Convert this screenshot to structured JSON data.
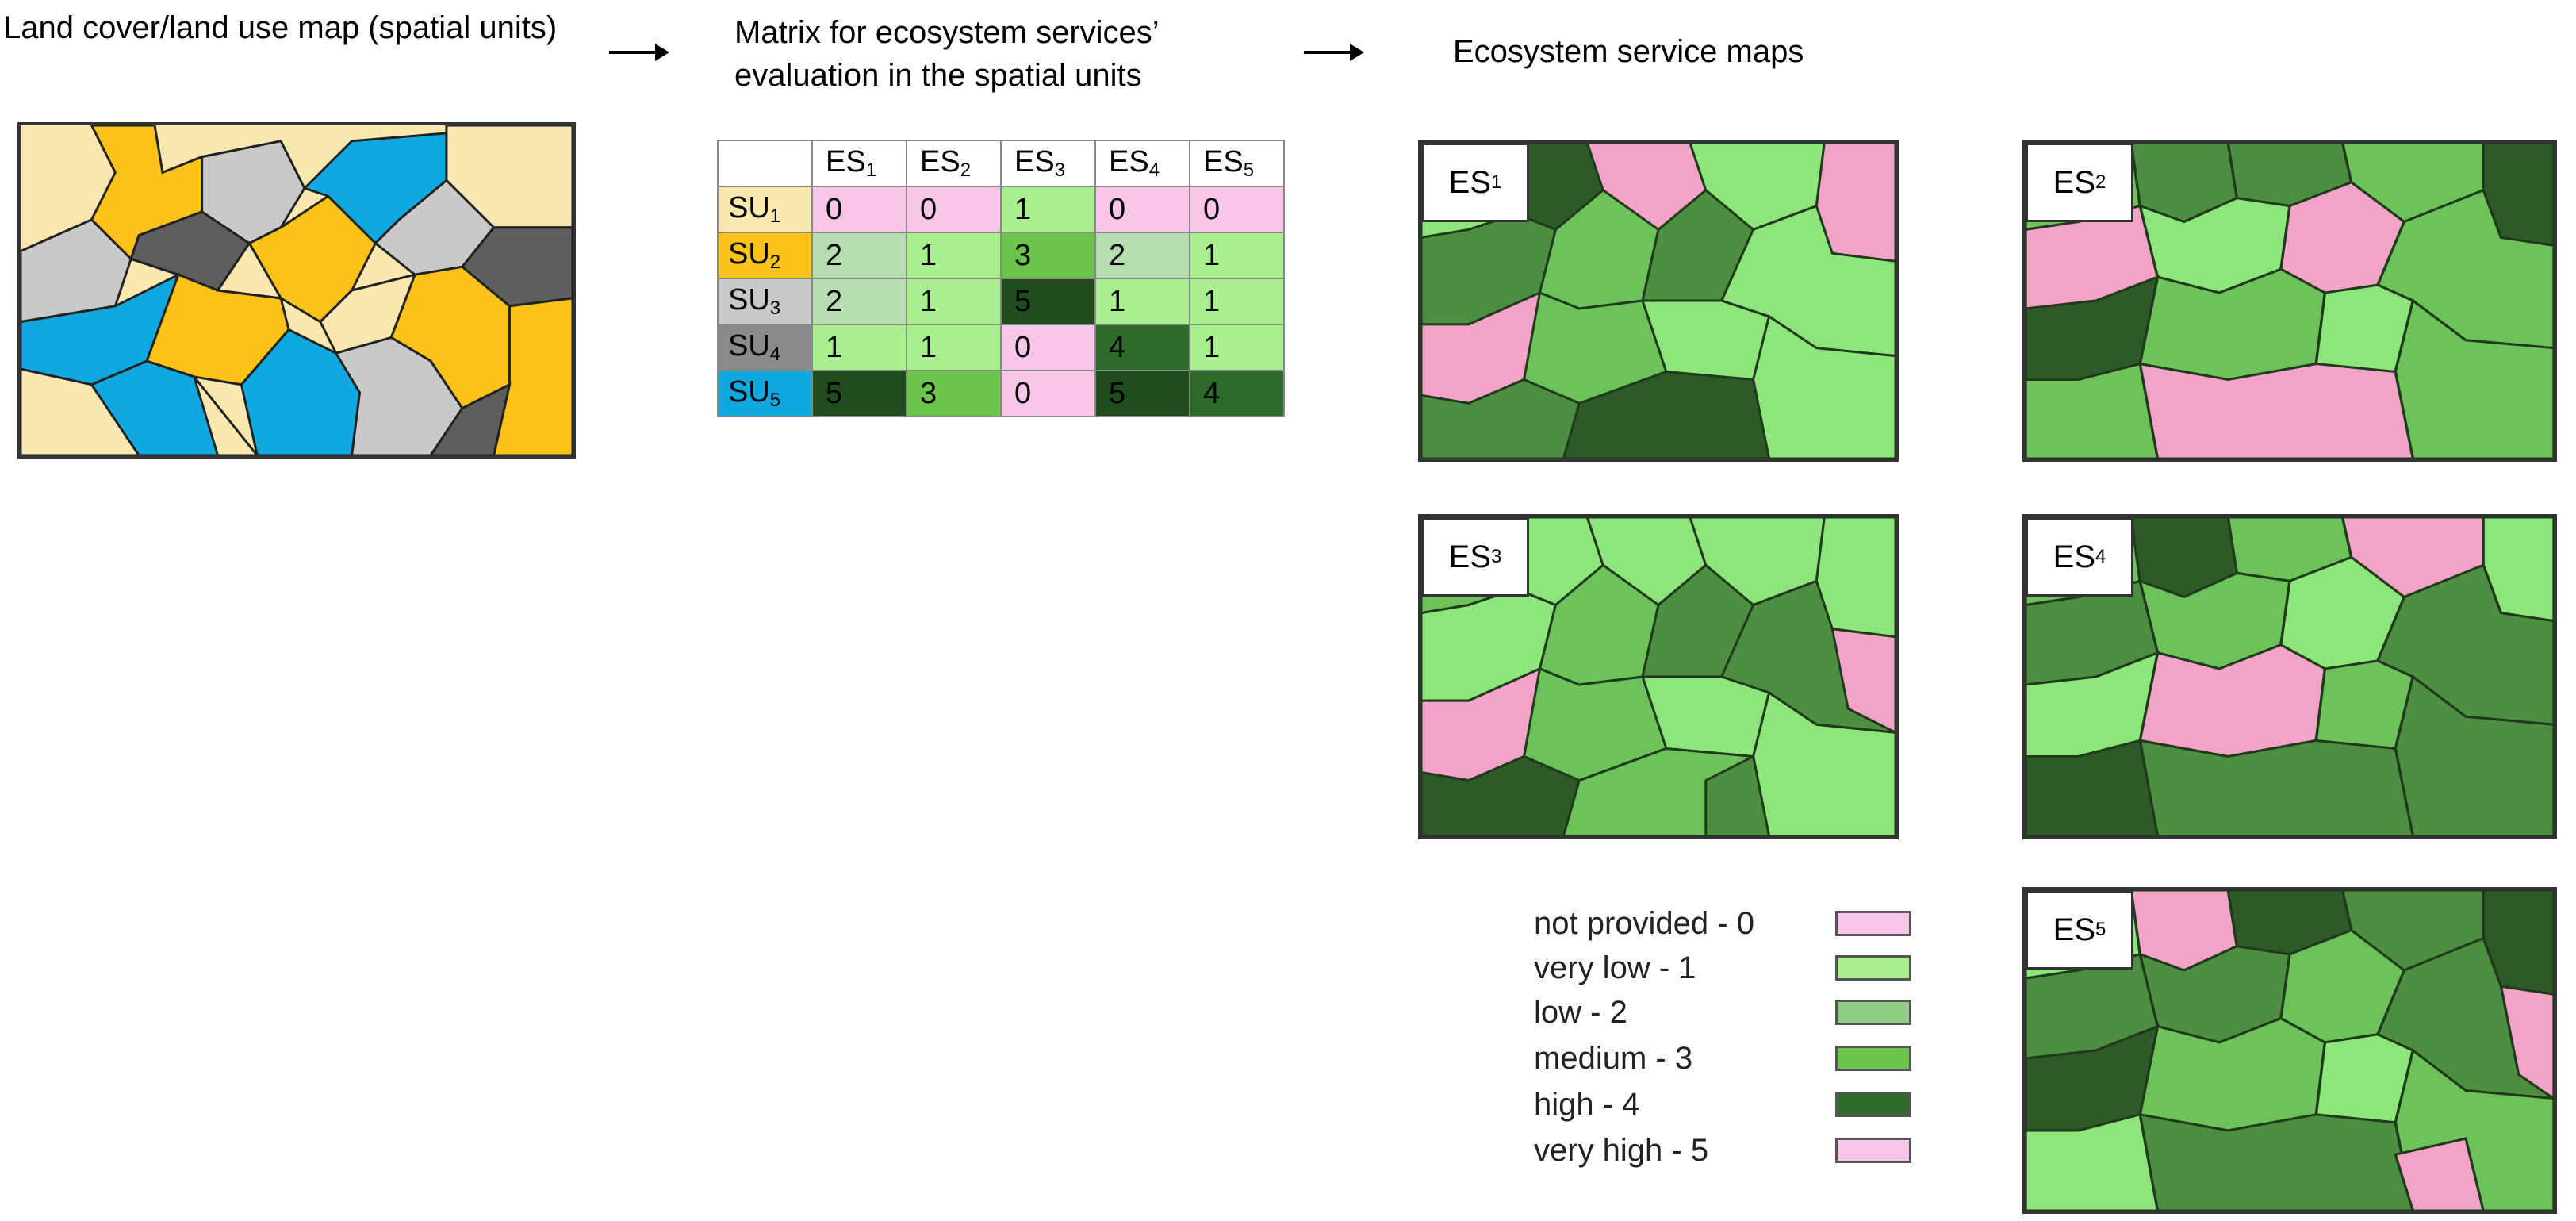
{
  "headings": {
    "land_cover": "Land cover/land use map (spatial units)",
    "matrix": "Matrix for ecosystem services’ evaluation in the spatial units",
    "es_maps": "Ecosystem service maps"
  },
  "colors": {
    "su1": "#FBE8B0",
    "su2": "#FBC218",
    "su3": "#C9C9C9",
    "su4": "#5E5E5E",
    "su5": "#0FA8E0",
    "level0": "#F7C6E8",
    "level1": "#A8F08E",
    "level2": "#B5DDB0",
    "level3": "#6CC44C",
    "level4": "#2E6B2A",
    "level5": "#1F4D1D",
    "map_pink": "#F4A3C8",
    "map_light": "#8EE67A",
    "map_mid": "#6DC25A",
    "map_dark": "#4E8E40",
    "map_darkest": "#2E5A28"
  },
  "matrix": {
    "columns": [
      {
        "base": "ES",
        "sub": "1"
      },
      {
        "base": "ES",
        "sub": "2"
      },
      {
        "base": "ES",
        "sub": "3"
      },
      {
        "base": "ES",
        "sub": "4"
      },
      {
        "base": "ES",
        "sub": "5"
      }
    ],
    "rows": [
      {
        "base": "SU",
        "sub": "1",
        "color": "#FBE8B0",
        "values": [
          "0",
          "0",
          "1",
          "0",
          "0"
        ]
      },
      {
        "base": "SU",
        "sub": "2",
        "color": "#FBC218",
        "values": [
          "2",
          "1",
          "3",
          "2",
          "1"
        ]
      },
      {
        "base": "SU",
        "sub": "3",
        "color": "#C9C9C9",
        "values": [
          "2",
          "1",
          "5",
          "1",
          "1"
        ]
      },
      {
        "base": "SU",
        "sub": "4",
        "color": "#8A8A8A",
        "values": [
          "1",
          "1",
          "0",
          "4",
          "1"
        ]
      },
      {
        "base": "SU",
        "sub": "5",
        "color": "#0FA8E0",
        "values": [
          "5",
          "3",
          "0",
          "5",
          "4"
        ]
      }
    ]
  },
  "es_maps": [
    {
      "base": "ES",
      "sub": "1"
    },
    {
      "base": "ES",
      "sub": "2"
    },
    {
      "base": "ES",
      "sub": "3"
    },
    {
      "base": "ES",
      "sub": "4"
    },
    {
      "base": "ES",
      "sub": "5"
    }
  ],
  "legend": [
    {
      "label": "not provided - 0",
      "color": "#F7C6E8"
    },
    {
      "label": "very low - 1",
      "color": "#A8F08E"
    },
    {
      "label": "low - 2",
      "color": "#8FCB82"
    },
    {
      "label": "medium - 3",
      "color": "#6CC44C"
    },
    {
      "label": "high - 4",
      "color": "#2E6B2A"
    },
    {
      "label": "very high - 5",
      "color": "#F7C6E8"
    }
  ]
}
